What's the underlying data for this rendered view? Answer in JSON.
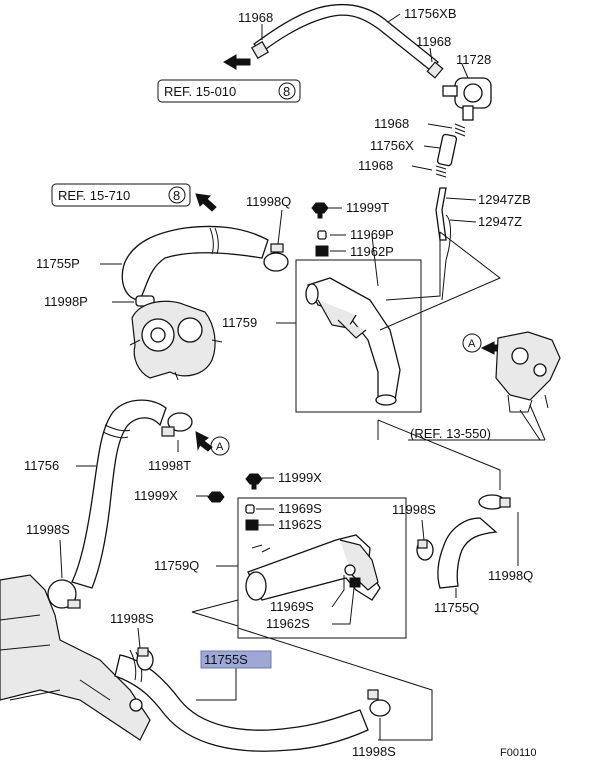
{
  "labels": {
    "p11968_a": "11968",
    "p11756XB": "11756XB",
    "p11968_b": "11968",
    "p11728": "11728",
    "ref_15_010": "REF. 15-010",
    "ref_15_010_num": "8",
    "p11968_c": "11968",
    "p11756X": "11756X",
    "p11968_d": "11968",
    "ref_15_710": "REF. 15-710",
    "ref_15_710_num": "8",
    "p11998Q_a": "11998Q",
    "p11999T": "11999T",
    "p12947ZB": "12947ZB",
    "p12947Z": "12947Z",
    "p11969P": "11969P",
    "p11962P": "11962P",
    "p11755P": "11755P",
    "p11998P": "11998P",
    "p11759": "11759",
    "callout_A": "A",
    "ref_13_550": "(REF. 13-550)",
    "p11756": "11756",
    "p11998T": "11998T",
    "p11999X_a": "11999X",
    "p11999X_b": "11999X",
    "p11969S_a": "11969S",
    "p11962S_a": "11962S",
    "p11998S_a": "11998S",
    "p11998S_b": "11998S",
    "p11759Q": "11759Q",
    "p11998Q_b": "11998Q",
    "p11969S_b": "11969S",
    "p11962S_b": "11962S",
    "p11755Q": "11755Q",
    "p11998S_c": "11998S",
    "p11755S": "11755S",
    "p11998S_d": "11998S",
    "figure_code": "F00110"
  },
  "colors": {
    "highlight": "#9ea8d6",
    "ink": "#111111"
  }
}
